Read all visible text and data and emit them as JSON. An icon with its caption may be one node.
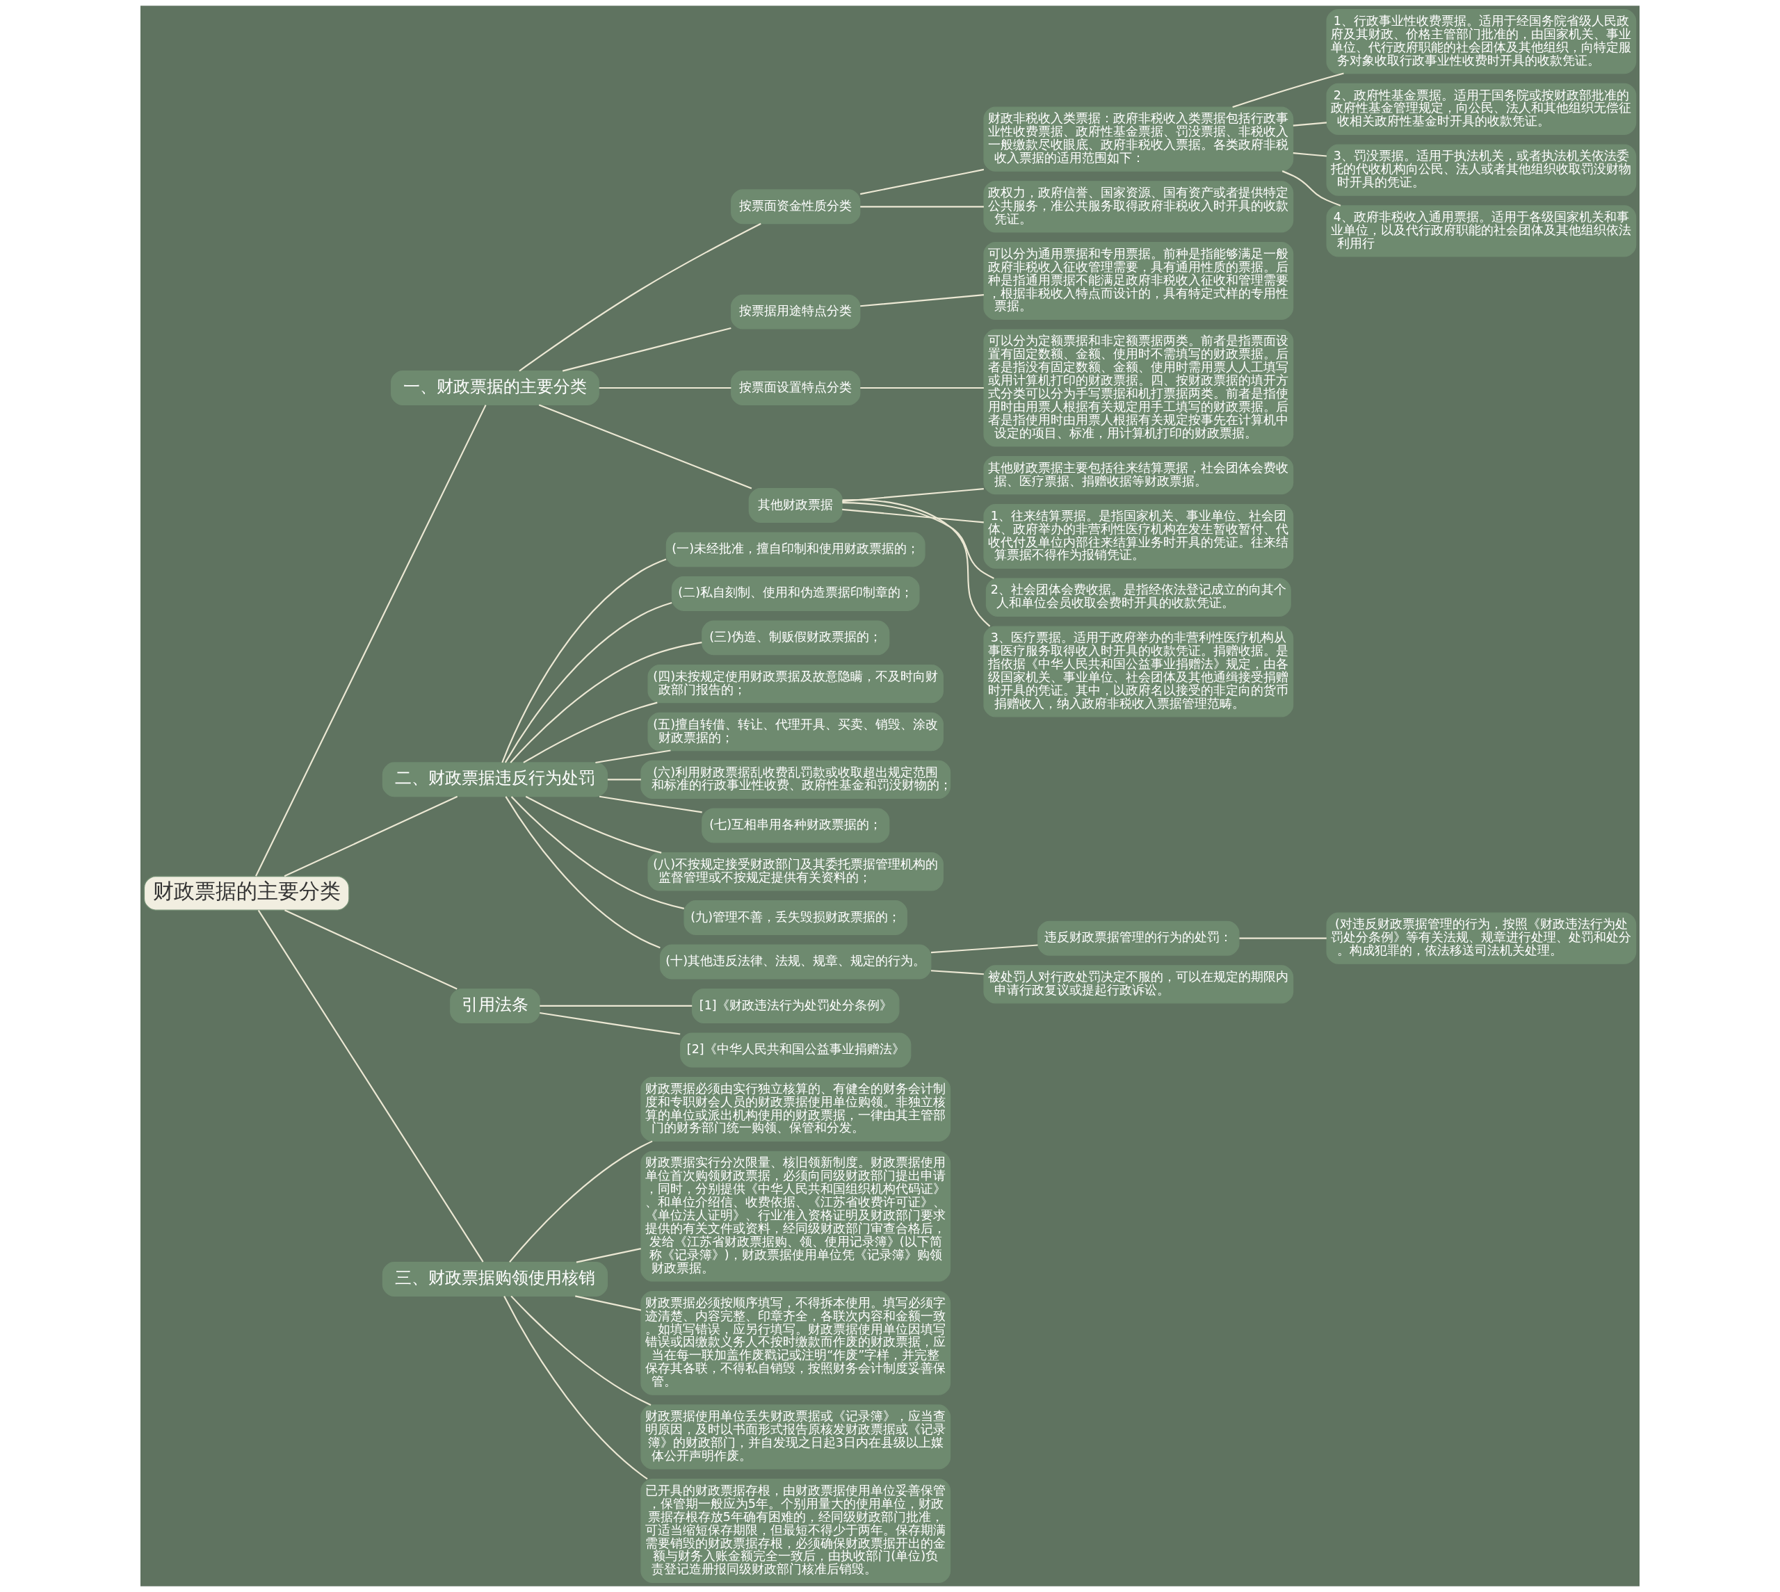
{
  "diagram": {
    "nodes": [
      {
        "text": [
          "财政票据的主要分类"
        ]
      },
      {
        "text": [
          "一、财政票据的主要分类"
        ]
      },
      {
        "text": [
          "按票面资金性质分类"
        ]
      },
      {
        "text": [
          "财政非税收入类票据：政府非税收入类票据包括行政事业性收费票据、政府性基金票据、罚没票据、非税收入一般缴款尽收眼底、政府非税收入票据。各类政府非税收入票据的适用范围如下："
        ]
      },
      {
        "text": [
          "1、行政事业性收费票据。适用于经国务院省级人民政府及其财政、价格主管部门批准的，由国家机关、事业单位、代行政府职能的社会团体及其他组织，向特定服务对象收取行政事业性收费时开具的收款凭证。"
        ]
      },
      {
        "text": [
          "2、政府性基金票据。适用于国务院或按财政部批准的政府性基金管理规定，向公民、法人和其他组织无偿征收相关政府性基金时开具的收款凭证。"
        ]
      },
      {
        "text": [
          "3、罚没票据。适用于执法机关，或者执法机关依法委托的代收机构向公民、法人或者其他组织收取罚没财物时开具的凭证。"
        ]
      },
      {
        "text": [
          "4、政府非税收入通用票据。适用于各级国家机关和事业单位，以及代行政府职能的社会团体及其他组织依法利用行"
        ]
      },
      {
        "text": [
          "政权力，政府信誉、国家资源、国有资产或者提供特定公共服务，准公共服务取得政府非税收入时开具的收款凭证。"
        ]
      },
      {
        "text": [
          "按票据用途特点分类"
        ]
      },
      {
        "text": [
          "可以分为通用票据和专用票据。前种是指能够满足一般政府非税收入征收管理需要，具有通用性质的票据。后种是指通用票据不能满足政府非税收入征收和管理需要，根据非税收入特点而设计的，具有特定式样的专用性票据。"
        ]
      },
      {
        "text": [
          "按票面设置特点分类"
        ]
      },
      {
        "text": [
          "可以分为定额票据和非定额票据两类。前者是指票面设置有固定数额、金额、使用时不需填写的财政票据。后者是指没有固定数额、金额、使用时需用票人人工填写或用计算机打印的财政票据。四、按财政票据的填开方式分类可以分为手写票据和机打票据两类。前者是指使用时由用票人根据有关规定用手工填写的财政票据。后者是指使用时由用票人根据有关规定按事先在计算机中设定的项目、标准，用计算机打印的财政票据。"
        ]
      },
      {
        "text": [
          "其他财政票据"
        ]
      },
      {
        "text": [
          "其他财政票据主要包括往来结算票据，社会团体会费收据、医疗票据、捐赠收据等财政票据。"
        ]
      },
      {
        "text": [
          "1、往来结算票据。是指国家机关、事业单位、社会团体、政府举办的非营利性医疗机构在发生暂收暂付、代收代付及单位内部往来结算业务时开具的凭证。往来结算票据不得作为报销凭证。"
        ]
      },
      {
        "text": [
          "2、社会团体会费收据。是指经依法登记成立的向其个人和单位会员收取会费时开具的收款凭证。"
        ]
      },
      {
        "text": [
          "3、医疗票据。适用于政府举办的非营利性医疗机构从事医疗服务取得收入时开具的收款凭证。捐赠收据。是指依据《中华人民共和国公益事业捐赠法》规定，由各级国家机关、事业单位、社会团体及其他通缉接受捐赠时开具的凭证。其中，以政府名以接受的非定向的货币捐赠收入，纳入政府非税收入票据管理范畴。"
        ]
      },
      {
        "text": [
          "二、财政票据违反行为处罚"
        ]
      },
      {
        "text": [
          "(一)未经批准，擅自印制和使用财政票据的；"
        ]
      },
      {
        "text": [
          "(二)私自刻制、使用和伪造票据印制章的；"
        ]
      },
      {
        "text": [
          "(三)伪造、制贩假财政票据的；"
        ]
      },
      {
        "text": [
          "(四)未按规定使用财政票据及故意隐瞒，不及时向财政部门报告的；"
        ]
      },
      {
        "text": [
          "(五)擅自转借、转让、代理开具、买卖、销毁、涂改财政票据的；"
        ]
      },
      {
        "text": [
          "(六)利用财政票据乱收费乱罚款或收取超出规定范围和标准的行政事业性收费、政府性基金和罚没财物的；"
        ]
      },
      {
        "text": [
          "(七)互相串用各种财政票据的；"
        ]
      },
      {
        "text": [
          "(八)不按规定接受财政部门及其委托票据管理机构的监督管理或不按规定提供有关资料的；"
        ]
      },
      {
        "text": [
          "(九)管理不善，丢失毁损财政票据的；"
        ]
      },
      {
        "text": [
          "(十)其他违反法律、法规、规章、规定的行为。"
        ]
      },
      {
        "text": [
          "违反财政票据管理的行为的处罚："
        ]
      },
      {
        "text": [
          "(对违反财政票据管理的行为，按照《财政违法行为处罚处分条例》等有关法规、规章进行处理、处罚和处分。构成犯罪的，依法移送司法机关处理。"
        ]
      },
      {
        "text": [
          "被处罚人对行政处罚决定不服的，可以在规定的期限内申请行政复议或提起行政诉讼。"
        ]
      },
      {
        "text": [
          "引用法条"
        ]
      },
      {
        "text": [
          "[1]《财政违法行为处罚处分条例》"
        ]
      },
      {
        "text": [
          "[2]《中华人民共和国公益事业捐赠法》"
        ]
      },
      {
        "text": [
          "三、财政票据购领使用核销"
        ]
      },
      {
        "text": [
          "财政票据必须由实行独立核算的、有健全的财务会计制度和专职财会人员的财政票据使用单位购领。非独立核算的单位或派出机构使用的财政票据，一律由其主管部门的财务部门统一购领、保管和分发。"
        ]
      },
      {
        "text": [
          "财政票据实行分次限量、核旧领新制度。财政票据使用单位首次购领财政票据，必须向同级财政部门提出申请，同时，分别提供《中华人民共和国组织机构代码证》、和单位介绍信、收费依据、《江苏省收费许可证》、《单位法人证明》、行业准入资格证明及财政部门要求提供的有关文件或资料，经同级财政部门审查合格后，发给《江苏省财政票据购、领、使用记录簿》(以下简称《记录簿》)，财政票据使用单位凭《记录簿》购领财政票据。"
        ]
      },
      {
        "text": [
          "财政票据必须按顺序填写，不得拆本使用。填写必须字迹清楚、内容完整、印章齐全，各联次内容和金额一致。如填写错误，应另行填写。财政票据使用单位因填写错误或因缴款义务人不按时缴款而作废的财政票据，应当在每一联加盖作废戳记或注明“作废”字样，并完整保存其各联，不得私自销毁，按照财务会计制度妥善保管。"
        ]
      },
      {
        "text": [
          "财政票据使用单位丢失财政票据或《记录簿》，应当查明原因，及时以书面形式报告原核发财政票据或《记录簿》的财政部门，并自发现之日起3日内在县级以上媒体公开声明作废。"
        ]
      },
      {
        "text": [
          "已开具的财政票据存根，由财政票据使用单位妥善保管，保管期一般应为5年。个别用量大的使用单位，财政票据存根存放5年确有困难的，经同级财政部门批准，可适当缩短保存期限，但最短不得少于两年。保存期满需要销毁的财政票据存根，必须确保财政票据开出的金额与财务入账金额完全一致后，由执收部门(单位)负责登记造册报同级财政部门核准后销毁。"
        ]
      }
    ],
    "edges": [
      {
        "from": 0,
        "to": 1,
        "arrow": "none"
      },
      {
        "from": 1,
        "to": 2,
        "arrow": "none"
      },
      {
        "from": 2,
        "to": 3,
        "arrow": "none"
      },
      {
        "from": 3,
        "to": 4,
        "arrow": "none"
      },
      {
        "from": 3,
        "to": 5,
        "arrow": "none"
      },
      {
        "from": 3,
        "to": 6,
        "arrow": "none"
      },
      {
        "from": 3,
        "to": 7,
        "arrow": "none"
      },
      {
        "from": 2,
        "to": 8,
        "arrow": "none"
      },
      {
        "from": 1,
        "to": 9,
        "arrow": "none"
      },
      {
        "from": 9,
        "to": 10,
        "arrow": "none"
      },
      {
        "from": 1,
        "to": 11,
        "arrow": "none"
      },
      {
        "from": 11,
        "to": 12,
        "arrow": "none"
      },
      {
        "from": 1,
        "to": 13,
        "arrow": "none"
      },
      {
        "from": 13,
        "to": 14,
        "arrow": "none"
      },
      {
        "from": 13,
        "to": 15,
        "arrow": "none"
      },
      {
        "from": 13,
        "to": 16,
        "arrow": "none"
      },
      {
        "from": 13,
        "to": 17,
        "arrow": "none"
      },
      {
        "from": 0,
        "to": 18,
        "arrow": "none"
      },
      {
        "from": 18,
        "to": 19,
        "arrow": "none"
      },
      {
        "from": 18,
        "to": 20,
        "arrow": "none"
      },
      {
        "from": 18,
        "to": 21,
        "arrow": "none"
      },
      {
        "from": 18,
        "to": 22,
        "arrow": "none"
      },
      {
        "from": 18,
        "to": 23,
        "arrow": "none"
      },
      {
        "from": 18,
        "to": 24,
        "arrow": "none"
      },
      {
        "from": 18,
        "to": 25,
        "arrow": "none"
      },
      {
        "from": 18,
        "to": 26,
        "arrow": "none"
      },
      {
        "from": 18,
        "to": 27,
        "arrow": "none"
      },
      {
        "from": 18,
        "to": 28,
        "arrow": "none"
      },
      {
        "from": 28,
        "to": 29,
        "arrow": "none"
      },
      {
        "from": 29,
        "to": 30,
        "arrow": "none"
      },
      {
        "from": 28,
        "to": 31,
        "arrow": "none"
      },
      {
        "from": 0,
        "to": 32,
        "arrow": "none"
      },
      {
        "from": 32,
        "to": 33,
        "arrow": "none"
      },
      {
        "from": 32,
        "to": 34,
        "arrow": "none"
      },
      {
        "from": 0,
        "to": 35,
        "arrow": "none"
      },
      {
        "from": 35,
        "to": 36,
        "arrow": "none"
      },
      {
        "from": 35,
        "to": 37,
        "arrow": "none"
      },
      {
        "from": 35,
        "to": 38,
        "arrow": "none"
      },
      {
        "from": 35,
        "to": 39,
        "arrow": "none"
      },
      {
        "from": 35,
        "to": 40,
        "arrow": "none"
      }
    ]
  }
}
